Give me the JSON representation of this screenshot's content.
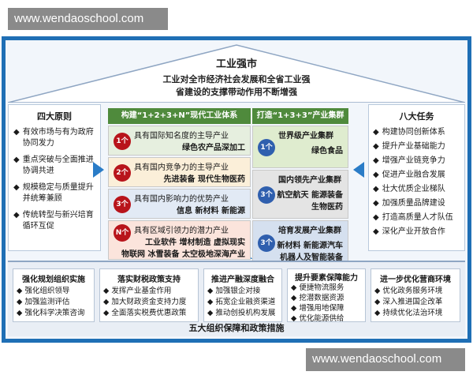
{
  "watermark": "www.wendaoschool.com",
  "title": "工业强市",
  "subtitle_lines": [
    "工业对全市经济社会发展和全省工业强",
    "省建设的支撑带动作用不断增强"
  ],
  "left": {
    "title": "四大原则",
    "items": [
      "有效市场与有为政府协同发力",
      "重点突破与全面推进协调共进",
      "规模稳定与质量提升并统筹兼顾",
      "传统转型与新兴培育循环互促"
    ]
  },
  "right": {
    "title": "八大任务",
    "items": [
      "构建协同创新体系",
      "提升产业基础能力",
      "增强产业链竞争力",
      "促进产业融合发展",
      "壮大优质企业梯队",
      "加强质量品牌建设",
      "打造高质量人才队伍",
      "深化产业开放合作"
    ]
  },
  "system": {
    "title": "构建“1+2+3+N”现代工业体系",
    "rows": [
      {
        "badge": "1个",
        "line": "具有国际知名度的主导产业",
        "items": [
          "绿色农产品深加工"
        ]
      },
      {
        "badge": "2个",
        "line": "具有国内竞争力的主导产业",
        "items": [
          "先进装备  现代生物医药"
        ]
      },
      {
        "badge": "3个",
        "line": "具有国内影响力的优势产业",
        "items": [
          "信息 新材料 新能源"
        ]
      },
      {
        "badge": "N个",
        "line": "具有区域引领力的潜力产业",
        "items": [
          "工业软件  增材制造  虚拟现实",
          "物联网  冰雪装备  太空极地深海产业"
        ]
      }
    ]
  },
  "clusters": {
    "title": "打造“1+3+3”产业集群",
    "rows": [
      {
        "badge": "1个",
        "line": "世界级产业集群",
        "items": [
          "绿色食品"
        ]
      },
      {
        "badge": "3个",
        "line": "国内领先产业集群",
        "items": [
          "航空航天 能源装备",
          "生物医药"
        ]
      },
      {
        "badge": "3个",
        "line": "培育发展产业集群",
        "items": [
          "新材料 新能源汽车",
          "机器人及智能装备"
        ]
      }
    ]
  },
  "measures": {
    "title": "五大组织保障和政策措施",
    "groups": [
      {
        "title": "强化规划组织实施",
        "items": [
          "强化组织领导",
          "加强监测评估",
          "强化科学决策咨询"
        ]
      },
      {
        "title": "落实财税政策支持",
        "items": [
          "发挥产业基金作用",
          "加大财政资金支持力度",
          "全面落实税费优惠政策"
        ]
      },
      {
        "title": "推进产融深度融合",
        "items": [
          "加强银企对接",
          "拓宽企业融资渠道",
          "推动创投机构发展"
        ]
      },
      {
        "title": "提升要素保障能力",
        "items": [
          "便捷物流服务",
          "挖潜数据资源",
          "增强用地保障",
          "优化能源供给"
        ]
      },
      {
        "title": "进一步优化营商环境",
        "items": [
          "优化政务服务环境",
          "深入推进国企改革",
          "持续优化法治环境"
        ]
      }
    ]
  },
  "colors": {
    "frame": "#1f6fb5",
    "header_green": "#4f8a3c",
    "badge_red": "#b8141b",
    "badge_blue": "#2f5fae"
  }
}
